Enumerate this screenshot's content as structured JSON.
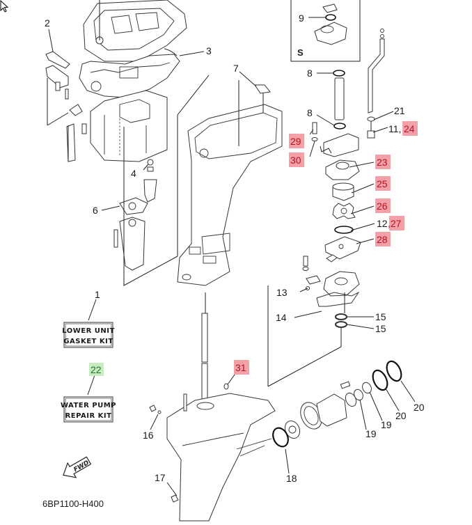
{
  "diagram": {
    "title_code": "6BP1100-H400",
    "fwd_label": "FWD",
    "inset_label": "S",
    "kits": [
      {
        "ref": "1",
        "line1": "LOWER UNIT",
        "line2": "GASKET KIT",
        "highlight": "none"
      },
      {
        "ref": "22",
        "line1": "WATER PUMP",
        "line2": "REPAIR KIT",
        "highlight": "green"
      }
    ],
    "callouts": [
      {
        "id": "2",
        "text": "2",
        "highlight": "none"
      },
      {
        "id": "3",
        "text": "3",
        "highlight": "none"
      },
      {
        "id": "4",
        "text": "4",
        "highlight": "none"
      },
      {
        "id": "6",
        "text": "6",
        "highlight": "none"
      },
      {
        "id": "7",
        "text": "7",
        "highlight": "none"
      },
      {
        "id": "8a",
        "text": "8",
        "highlight": "none"
      },
      {
        "id": "8b",
        "text": "8",
        "highlight": "none"
      },
      {
        "id": "9",
        "text": "9",
        "highlight": "none"
      },
      {
        "id": "11",
        "text": "11,",
        "highlight": "none"
      },
      {
        "id": "24",
        "text": "24",
        "highlight": "red"
      },
      {
        "id": "12",
        "text": "12",
        "highlight": "none"
      },
      {
        "id": "27",
        "text": ",27",
        "highlight": "red"
      },
      {
        "id": "13",
        "text": "13",
        "highlight": "none"
      },
      {
        "id": "14",
        "text": "14",
        "highlight": "none"
      },
      {
        "id": "15a",
        "text": "15",
        "highlight": "none"
      },
      {
        "id": "15b",
        "text": "15",
        "highlight": "none"
      },
      {
        "id": "16",
        "text": "16",
        "highlight": "none"
      },
      {
        "id": "17",
        "text": "17",
        "highlight": "none"
      },
      {
        "id": "18",
        "text": "18",
        "highlight": "none"
      },
      {
        "id": "19a",
        "text": "19",
        "highlight": "none"
      },
      {
        "id": "19b",
        "text": "19",
        "highlight": "none"
      },
      {
        "id": "20a",
        "text": "20",
        "highlight": "none"
      },
      {
        "id": "20b",
        "text": "20",
        "highlight": "none"
      },
      {
        "id": "21",
        "text": "21",
        "highlight": "none"
      },
      {
        "id": "23",
        "text": "23",
        "highlight": "red"
      },
      {
        "id": "25",
        "text": "25",
        "highlight": "red"
      },
      {
        "id": "26",
        "text": "26",
        "highlight": "red"
      },
      {
        "id": "28",
        "text": "28",
        "highlight": "red"
      },
      {
        "id": "29",
        "text": "29",
        "highlight": "red"
      },
      {
        "id": "30",
        "text": "30",
        "highlight": "red"
      },
      {
        "id": "31",
        "text": "31",
        "highlight": "red"
      }
    ],
    "colors": {
      "highlight_red": "#f4a0a8",
      "highlight_red_text": "#b0141e",
      "highlight_green": "#c6ecc0",
      "highlight_green_text": "#2e6e33"
    }
  }
}
